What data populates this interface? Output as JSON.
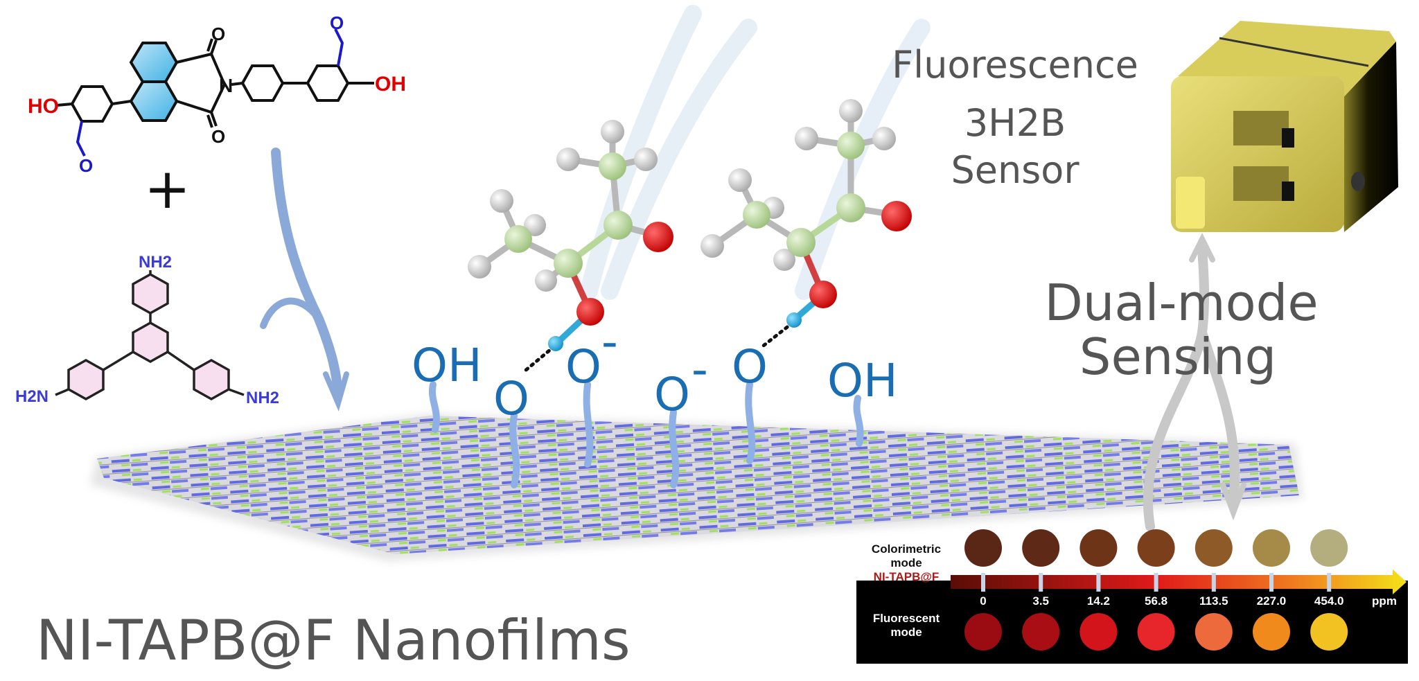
{
  "colors": {
    "surface_label": "#1a6db3",
    "hand_text": "#555555",
    "oxygen": "#e00000",
    "aldehyde": "#1a1acc",
    "amine": "#3b3bd6"
  },
  "monomer_1": {
    "left_oh": "HO",
    "right_oh": "OH",
    "imide_n": "N",
    "carbonyl_o": "O",
    "aldehyde_o": "O"
  },
  "plus_sign": "+",
  "monomer_2": {
    "top_amine": "NH2",
    "left_amine": "H2N",
    "right_amine": "NH2"
  },
  "surface_groups": [
    {
      "label": "OH",
      "charge": ""
    },
    {
      "label": "O",
      "charge": ""
    },
    {
      "label": "O",
      "charge": "-"
    },
    {
      "label": "O",
      "charge": "-"
    },
    {
      "label": "O",
      "charge": ""
    },
    {
      "label": "OH",
      "charge": ""
    }
  ],
  "sensor_title": {
    "line1": "Fluorescence",
    "line2": "3H2B",
    "line3": "Sensor"
  },
  "sensing_title": {
    "line1": "Dual-mode",
    "line2": "Sensing"
  },
  "film_title": "NI-TAPB@F Nanofilms",
  "panel": {
    "colorimetric_label_1": "Colorimetric",
    "colorimetric_label_2": "mode",
    "material_label": "NI-TAPB@F",
    "fluorescent_label_1": "Fluorescent",
    "fluorescent_label_2": "mode",
    "unit": "ppm",
    "samples": [
      {
        "conc": "0",
        "colorimetric": "#5a2716",
        "fluorescent": "#9a0c12"
      },
      {
        "conc": "3.5",
        "colorimetric": "#5e2a17",
        "fluorescent": "#a80e14"
      },
      {
        "conc": "14.2",
        "colorimetric": "#6e3418",
        "fluorescent": "#d4141b"
      },
      {
        "conc": "56.8",
        "colorimetric": "#7b3f1c",
        "fluorescent": "#e6262b"
      },
      {
        "conc": "113.5",
        "colorimetric": "#8e5a28",
        "fluorescent": "#ec6a3c"
      },
      {
        "conc": "227.0",
        "colorimetric": "#a68b48",
        "fluorescent": "#f08a1c"
      },
      {
        "conc": "454.0",
        "colorimetric": "#b4ad7e",
        "fluorescent": "#f2c222"
      }
    ]
  }
}
